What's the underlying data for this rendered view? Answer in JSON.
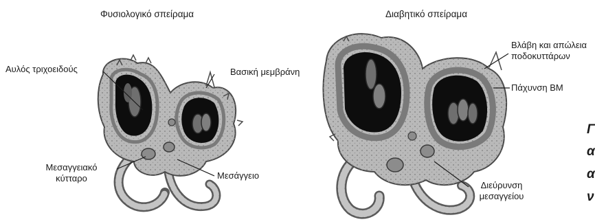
{
  "panels": {
    "normal": {
      "title": "Φυσιολογικό σπείραμα",
      "labels": {
        "capillary_lumen": "Αυλός τριχοειδούς",
        "basement_membrane": "Βασική μεμβράνη",
        "mesangial_cell_line1": "Μεσαγγειακό",
        "mesangial_cell_line2": "κύτταρο",
        "mesangium": "Μεσάγγειο"
      }
    },
    "diabetic": {
      "title": "Διαβητικό σπείραμα",
      "labels": {
        "podocyte_loss_line1": "Βλάβη και απώλεια",
        "podocyte_loss_line2": "ποδοκυττάρων",
        "bm_thickening": "Πάχυνση ΒΜ",
        "mesangial_expansion_line1": "Διεύρυνση",
        "mesangial_expansion_line2": "μεσαγγείου"
      }
    }
  },
  "cropped_side_text": [
    "Γ",
    "α",
    "α",
    "ν"
  ],
  "colors": {
    "tissue": "#b9b9b9",
    "tissue_edge": "#4a4a4a",
    "lumen": "#0d0d0d",
    "membrane": "#7a7a7a",
    "cell": "#8c8c8c"
  }
}
